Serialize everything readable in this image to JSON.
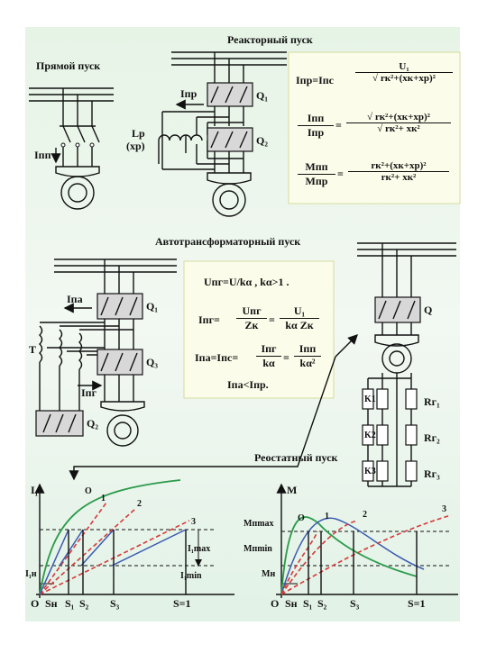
{
  "titles": {
    "direct": "Прямой пуск",
    "reactor": "Реакторный пуск",
    "autotransformer": "Автотрансформаторный пуск",
    "rheostat": "Реостатный пуск"
  },
  "labels": {
    "ipp": "Iпп",
    "ipr": "Iпр",
    "lp": "Lр",
    "xp": "(xр)",
    "q1": "Q₁",
    "q2": "Q₂",
    "q3": "Q₃",
    "q": "Q",
    "t": "T",
    "ipa": "Iпа",
    "ipg": "Iпг",
    "rg1": "Rг₁",
    "rg2": "Rг₂",
    "rg3": "Rг₃",
    "k1": "K1",
    "k2": "K2",
    "k3": "K3"
  },
  "formulas_reactor": {
    "f1_left": "Iпр=Iпс",
    "f1_num": "U₁",
    "f1_den": "√ rк²+(xк+xр)²",
    "f2_left_num": "Iпп",
    "f2_left_den": "Iпр",
    "f2_num": "√ rк²+(xк+xр)²",
    "f2_den": "√ rк²+ xк²",
    "f3_left_num": "Mпп",
    "f3_left_den": "Mпр",
    "f3_num": "rк²+(xк+xр)²",
    "f3_den": "rк²+ xк²"
  },
  "formulas_auto": {
    "l1": "Uпг=U/kα ,  kα>1 .",
    "l2_left": "Iпг=",
    "l2_a_num": "Uпг",
    "l2_a_den": "Zк",
    "l2_b_num": "U₁",
    "l2_b_den": "kα Zк",
    "l3_left": "Iпа=Iпс=",
    "l3_a_num": "Iпг",
    "l3_a_den": "kα",
    "l3_b_num": "Iпп",
    "l3_b_den": "kα²",
    "l4": "Iпа<Iпр."
  },
  "graph_left": {
    "yaxis": "I₁",
    "origin": "O",
    "ticks": [
      "Sн",
      "S₁",
      "S₂",
      "S₃",
      "S=1"
    ],
    "curves": [
      "O",
      "1",
      "2",
      "3"
    ],
    "i1max": "I₁max",
    "i1min": "I₁min",
    "i1n": "I₁н"
  },
  "graph_right": {
    "yaxis": "M",
    "origin": "O",
    "ticks": [
      "Sн",
      "S₁",
      "S₂",
      "S₃",
      "S=1"
    ],
    "curves": [
      "O",
      "1",
      "2",
      "3"
    ],
    "mmax": "Mпmax",
    "mmin": "Mпmin",
    "mn": "Mн"
  },
  "colors": {
    "green": "#2a9a4a",
    "red": "#d43a3a",
    "blue": "#3a5ab0",
    "breaker": "#d8d8d8"
  }
}
